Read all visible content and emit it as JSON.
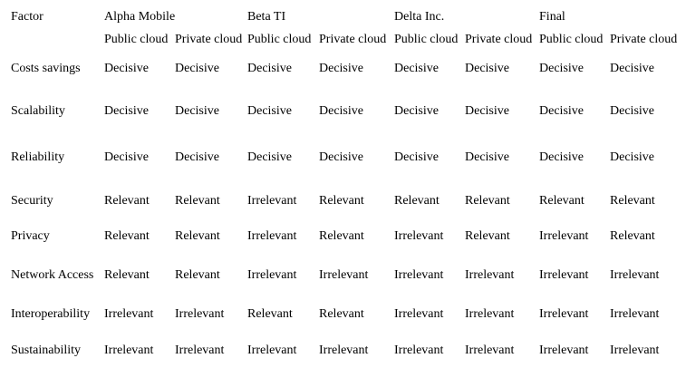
{
  "page": {
    "background_color": "#ffffff",
    "text_color": "#000000"
  },
  "table": {
    "factor_header": "Factor",
    "groups": [
      {
        "label": "Alpha Mobile"
      },
      {
        "label": "Beta TI"
      },
      {
        "label": "Delta Inc."
      },
      {
        "label": "Final"
      }
    ],
    "sub_headers": [
      "Public cloud",
      "Private cloud"
    ],
    "value_scale": [
      "Decisive",
      "Relevant",
      "Irrelevant"
    ],
    "rows": [
      {
        "factor": "Costs savings",
        "values": [
          "Decisive",
          "Decisive",
          "Decisive",
          "Decisive",
          "Decisive",
          "Decisive",
          "Decisive",
          "Decisive"
        ]
      },
      {
        "factor": "Scalability",
        "values": [
          "Decisive",
          "Decisive",
          "Decisive",
          "Decisive",
          "Decisive",
          "Decisive",
          "Decisive",
          "Decisive"
        ]
      },
      {
        "factor": "Reliability",
        "values": [
          "Decisive",
          "Decisive",
          "Decisive",
          "Decisive",
          "Decisive",
          "Decisive",
          "Decisive",
          "Decisive"
        ]
      },
      {
        "factor": "Security",
        "values": [
          "Relevant",
          "Relevant",
          "Irrelevant",
          "Relevant",
          "Relevant",
          "Relevant",
          "Relevant",
          "Relevant"
        ]
      },
      {
        "factor": "Privacy",
        "values": [
          "Relevant",
          "Relevant",
          "Irrelevant",
          "Relevant",
          "Irrelevant",
          "Relevant",
          "Irrelevant",
          "Relevant"
        ]
      },
      {
        "factor": "Network Access",
        "values": [
          "Relevant",
          "Relevant",
          "Irrelevant",
          "Irrelevant",
          "Irrelevant",
          "Irrelevant",
          "Irrelevant",
          "Irrelevant"
        ]
      },
      {
        "factor": "Interoperability",
        "values": [
          "Irrelevant",
          "Irrelevant",
          "Relevant",
          "Relevant",
          "Irrelevant",
          "Irrelevant",
          "Irrelevant",
          "Irrelevant"
        ]
      },
      {
        "factor": "Sustainability",
        "values": [
          "Irrelevant",
          "Irrelevant",
          "Irrelevant",
          "Irrelevant",
          "Irrelevant",
          "Irrelevant",
          "Irrelevant",
          "Irrelevant"
        ]
      }
    ]
  }
}
